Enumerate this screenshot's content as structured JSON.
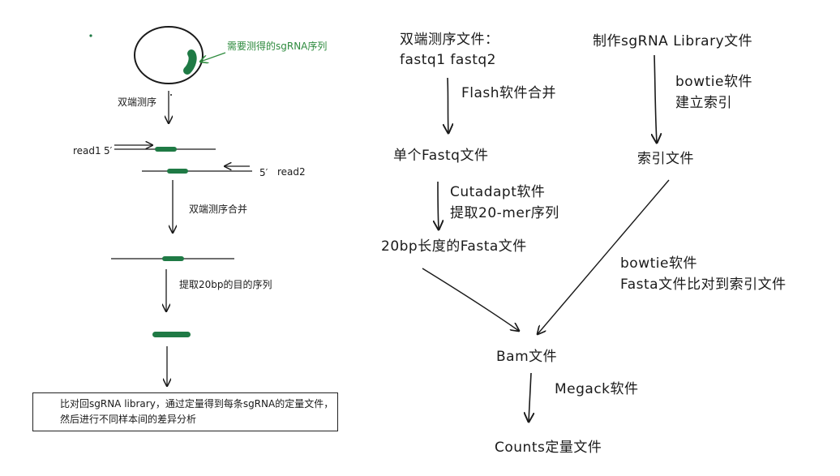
{
  "left": {
    "target_label": "需要测得的sgRNA序列",
    "step1": "双端测序",
    "read1": "read1",
    "read1_5p": "5′",
    "read2": "read2",
    "read2_5p": "5′",
    "step2": "双端测序合并",
    "step3": "提取20bp的目的序列",
    "box_line1": "比对回sgRNA library，通过定量得到每条sgRNA的定量文件，",
    "box_line2": "然后进行不同样本间的差异分析"
  },
  "right": {
    "input_line1": "双端测序文件：",
    "input_line2": "fastq1  fastq2",
    "flash": "Flash软件合并",
    "single_fastq": "单个Fastq文件",
    "cutadapt_line1": "Cutadapt软件",
    "cutadapt_line2": "提取20-mer序列",
    "fasta20": "20bp长度的Fasta文件",
    "library": "制作sgRNA Library文件",
    "bowtie_line1": "bowtie软件",
    "bowtie_line2": "建立索引",
    "index_file": "索引文件",
    "bowtie2_line1": "bowtie软件",
    "bowtie2_line2": "Fasta文件比对到索引文件",
    "bam": "Bam文件",
    "mageck": "Megack软件",
    "counts": "Counts定量文件"
  },
  "colors": {
    "ink": "#1a1a1a",
    "green": "#1f7a45",
    "label_green": "#2e8b3e"
  }
}
